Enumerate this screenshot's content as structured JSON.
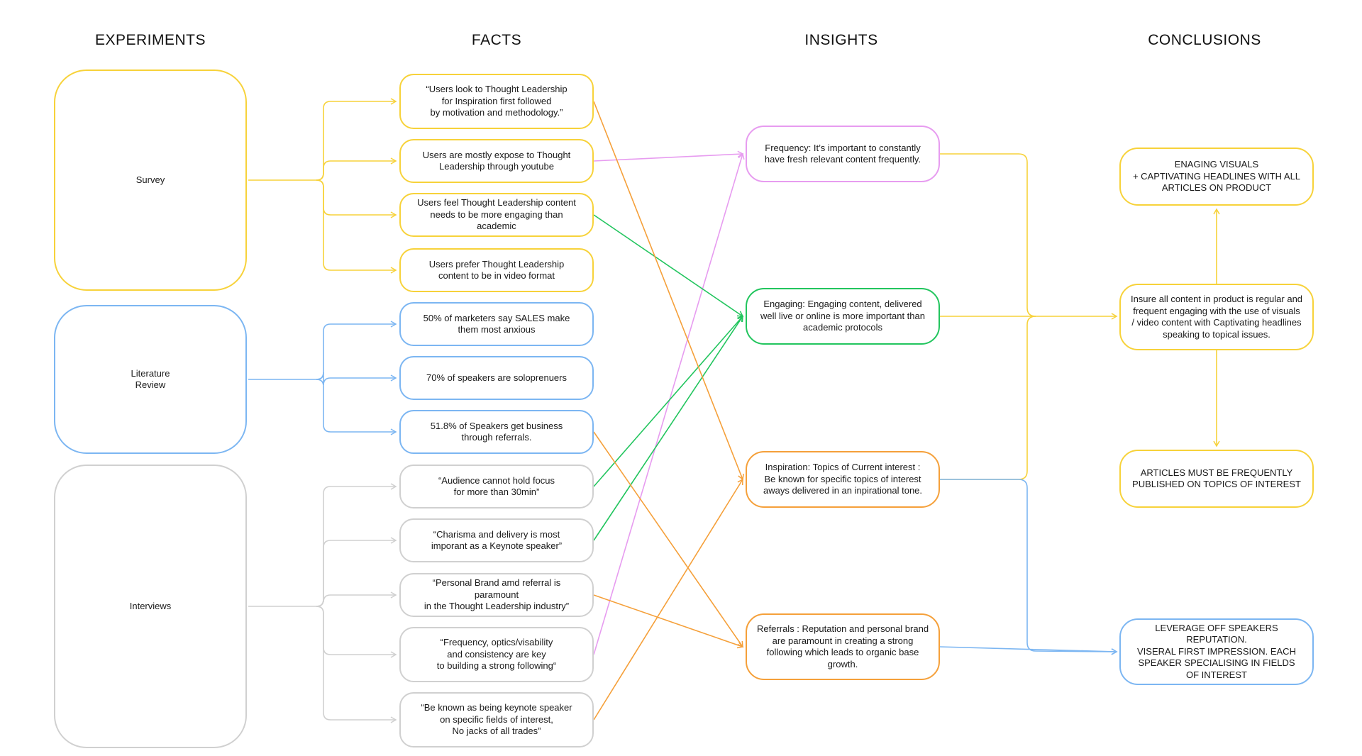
{
  "headers": {
    "experiments": "EXPERIMENTS",
    "facts": "FACTS",
    "insights": "INSIGHTS",
    "conclusions": "CONCLUSIONS"
  },
  "colors": {
    "yellow": "#f7d23a",
    "blue": "#7cb6f2",
    "grey": "#d0d0d0",
    "pink": "#e79cf0",
    "green": "#22c55e",
    "orange": "#f5a03a",
    "orange_light": "#f7b25a"
  },
  "experiments": [
    {
      "label": "Survey",
      "color": "yellow"
    },
    {
      "label": "Literature\nReview",
      "color": "blue"
    },
    {
      "label": "Interviews",
      "color": "grey"
    }
  ],
  "facts": [
    {
      "text": "“Users look to Thought Leadership\nfor Inspiration first followed\nby motivation and methodology.”",
      "color": "yellow"
    },
    {
      "text": "Users are mostly expose to Thought\nLeadership through youtube",
      "color": "yellow"
    },
    {
      "text": "Users feel Thought Leadership content\nneeds to be more engaging than academic",
      "color": "yellow"
    },
    {
      "text": "Users prefer Thought Leadership\ncontent to be in video format",
      "color": "yellow"
    },
    {
      "text": "50% of marketers say SALES make\nthem most anxious",
      "color": "blue"
    },
    {
      "text": "70% of speakers are soloprenuers",
      "color": "blue"
    },
    {
      "text": "51.8% of Speakers get business\nthrough referrals.",
      "color": "blue"
    },
    {
      "text": "“Audience cannot hold focus\nfor more than 30min”",
      "color": "grey"
    },
    {
      "text": "“Charisma and delivery is most\nimporant as a Keynote speaker”",
      "color": "grey"
    },
    {
      "text": "“Personal Brand amd referral is paramount\nin the Thought Leadership industry”",
      "color": "grey"
    },
    {
      "text": "“Frequency, optics/visability\nand consistency are key\nto building a strong following“",
      "color": "grey"
    },
    {
      "text": "“Be known as being keynote speaker\non specific fields of interest,\nNo jacks of all trades”",
      "color": "grey"
    }
  ],
  "insights": [
    {
      "text": "Frequency: It’s important to constantly\nhave fresh relevant content frequently.",
      "color": "pink"
    },
    {
      "text": "Engaging: Engaging content, delivered\nwell live or online is more important than\nacademic protocols",
      "color": "green"
    },
    {
      "text": "Inspiration: Topics of Current interest :\nBe known for specific topics of interest\naways delivered in an inpirational tone.",
      "color": "orange"
    },
    {
      "text": "Referrals : Reputation and personal brand\nare paramount in creating a strong\nfollowing which leads to organic base\ngrowth.",
      "color": "orange"
    }
  ],
  "conclusions": [
    {
      "text": "ENAGING VISUALS\n+ CAPTIVATING HEADLINES WITH ALL\nARTICLES ON PRODUCT",
      "color": "yellow"
    },
    {
      "text": "Insure all content in product is regular and\nfrequent  engaging with the use of visuals\n/ video content with Captivating headlines\nspeaking to topical issues.",
      "color": "yellow"
    },
    {
      "text": "ARTICLES MUST BE FREQUENTLY\nPUBLISHED ON TOPICS OF INTEREST",
      "color": "yellow"
    },
    {
      "text": "LEVERAGE OFF SPEAKERS REPUTATION.\nVISERAL FIRST IMPRESSION. EACH\nSPEAKER SPECIALISING IN FIELDS\nOF INTEREST",
      "color": "blue"
    }
  ]
}
